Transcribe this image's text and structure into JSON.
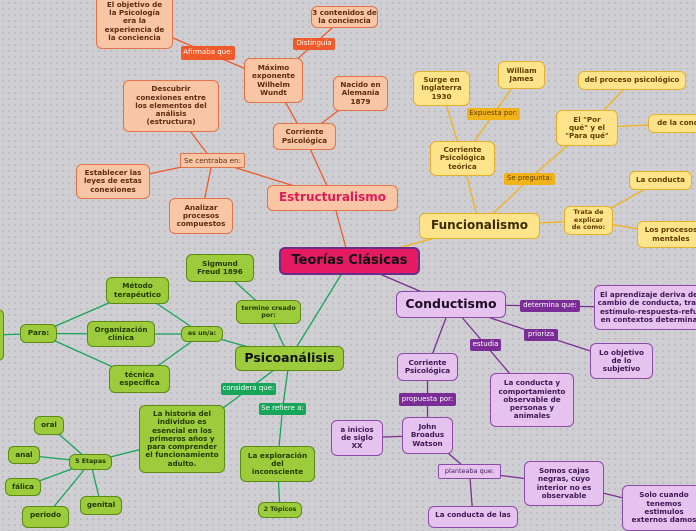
{
  "root": {
    "label": "Teorías Clásicas"
  },
  "estructuralismo": {
    "title": "Estructuralismo",
    "objetivo": "El objetivo de\nla Psicología\nera la\nexperiencia de\nla conciencia",
    "contenidos": "3 contenidos de\nla conciencia",
    "afirmaba": "Afirmaba que:",
    "distinguia": "Distinguía",
    "maximo": "Máximo\nexponente\nWilhelm\nWundt",
    "nacido": "Nacido en\nAlemania\n1879",
    "descubrir": "Descubrir\nconexiones entre\nlos elementos del\nanálisis\n(estructura)",
    "corriente": "Corriente\nPsicológica",
    "centraba": "Se centraba en:",
    "leyes": "Establecer las\nleyes de estas\nconexiones",
    "analizar": "Analizar\nprocesos\ncompuestos"
  },
  "funcionalismo": {
    "title": "Funcionalismo",
    "surge": "Surge en\nInglaterra\n1930",
    "william": "William\nJames",
    "expuesta": "Expuesta por:",
    "corriente": "Corriente\nPsicológica\nteórica",
    "pregunta": "Se pregunta:",
    "porque": "El \"Por\nqué\" y el\n\"Para qué\"",
    "proceso": "del proceso psicológico",
    "dela": "de la cond",
    "trata": "Trata de\nexplicar\nde como:",
    "conducta": "La conducta",
    "procesos": "Los procesos\nmentales"
  },
  "conductismo": {
    "title": "Conductismo",
    "determina": "determina que:",
    "aprendizaje": "El aprendizaje deriva de\ncambio de conducta, tras\nestímulo-respuesta-refu\nen contextos determina",
    "prioriza": "prioriza",
    "objeto": "Lo objetivo\nde lo\nsubjetivo",
    "estudia": "estudia",
    "corriente": "Corriente\nPsicológica",
    "conducta": "La conducta y\ncomportamiento\nobservable de\npersonas y\nanimales",
    "propuesta": "propuesta por:",
    "inicios": "a inicios\nde siglo\nXX",
    "watson": "John\nBroadus\nWatson",
    "plantea": "planteaba que:",
    "somos": "Somos cajas\nnegras, cuyo\ninterior no es\nobservable",
    "cuando": "Solo cuando\ntenemos\nestimulos\nexternos damos",
    "dela": "La conducta de las"
  },
  "psicoanalisis": {
    "title": "Psicoanálisis",
    "sigmund": "Sigmund\nFreud 1896",
    "metodo": "Método\nterapéutico",
    "termino": "termino creado\npor:",
    "para": "Para:",
    "organizacion": "Organización\nclínica",
    "esun": "es un/a:",
    "tecnica": "técnica\nespecífica",
    "considera": "considera que:",
    "refiere": "Se refiere a:",
    "historia": "La historia del\nindividuo es\nesencial en los\nprimeros años y\npara comprender\nel funcionamiento\nadulto.",
    "exploracion": "La exploración\ndel\ninconsciente",
    "oral": "oral",
    "etapas": "5 Etapas",
    "anal": "anal",
    "falica": "fálica",
    "genital": "genital",
    "periodo": "periodo",
    "topicos": "2 Tópicos"
  },
  "colors": {
    "orange": "#ef5a2a",
    "yellow": "#f2b21a",
    "purple": "#7b2d97",
    "green": "#17a55a",
    "center": "#e41b62"
  }
}
